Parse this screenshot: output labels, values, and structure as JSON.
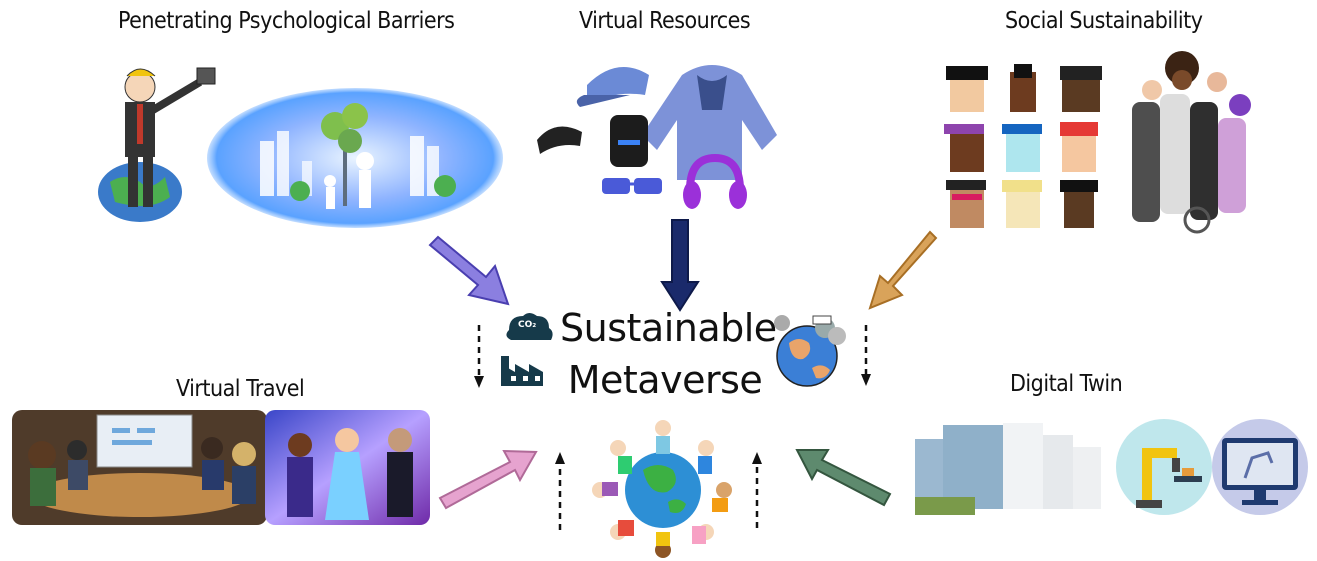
{
  "labels": {
    "barriers": "Penetrating Psychological Barriers",
    "resources": "Virtual Resources",
    "social": "Social Sustainability",
    "travel": "Virtual Travel",
    "twin": "Digital Twin"
  },
  "center": {
    "line1": "Sustainable",
    "line2": "Metaverse"
  },
  "co2_badge": "CO₂",
  "colors": {
    "arrow_barriers": "#8b7fe0",
    "arrow_resources": "#1a2a6b",
    "arrow_social": "#d9a35a",
    "arrow_travel": "#e6a3cf",
    "arrow_twin": "#5e8a6e"
  },
  "icons": [
    "selfie-man-icon",
    "city-ellipse-icon",
    "cap-icon",
    "hoodie-icon",
    "backpack-icon",
    "glasses-icon",
    "headphones-icon",
    "pixel-avatars-icon",
    "diverse-women-icon",
    "factory-co2-icon",
    "sick-earth-icon",
    "kids-globe-icon",
    "meeting-room-icon",
    "concert-icon",
    "buildings-icon",
    "robot-arm-icon",
    "monitor-robot-icon"
  ]
}
